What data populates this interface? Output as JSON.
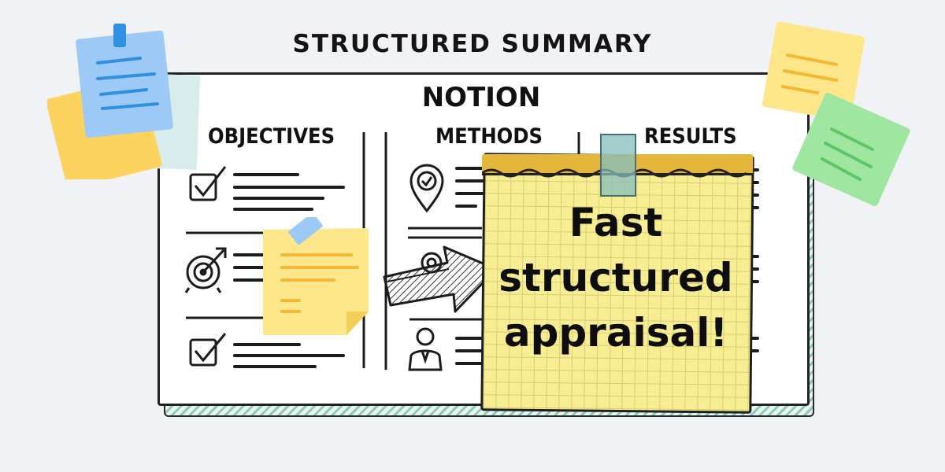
{
  "title": "STRUCTURED SUMMARY",
  "board": {
    "heading": "NOTION",
    "columns": [
      {
        "label": "OBJECTIVES"
      },
      {
        "label": "METHODS"
      },
      {
        "label": "RESULTS"
      }
    ],
    "objective_icons": [
      "checkbox-icon",
      "target-icon",
      "checkbox-icon"
    ],
    "method_icons": [
      "location-pin-icon",
      "gears-icon",
      "person-icon"
    ]
  },
  "callout": {
    "line1": "Fast",
    "line2": "structured",
    "line3": "appraisal!"
  },
  "colors": {
    "background": "#f0f2f6",
    "callout_note": "#f7ed93",
    "sticky_blue": "#9cc9f5",
    "sticky_yellow": "#fde78a",
    "sticky_green": "#9fe7a1",
    "board_stripe": "#8fc9b9"
  }
}
